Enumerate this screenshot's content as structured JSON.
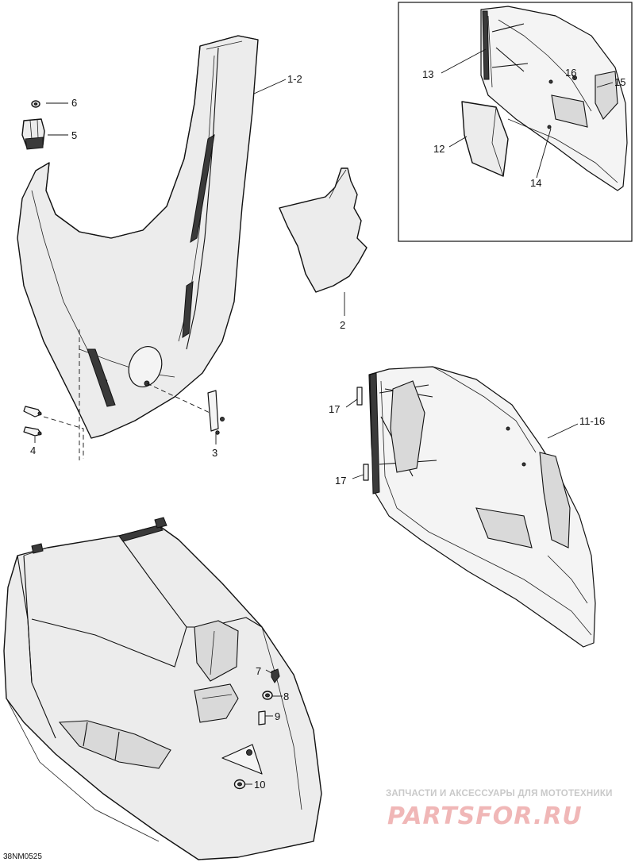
{
  "diagram_code": "38NM0525",
  "watermark": {
    "tagline": "ЗАПЧАСТИ И АКСЕССУАРЫ ДЛЯ МОТОТЕХНИКИ",
    "brand": "PARTSFOR.RU"
  },
  "callouts": {
    "c1": "1-2",
    "c2": "2",
    "c3": "3",
    "c4": "4",
    "c5": "5",
    "c6": "6",
    "c7": "7",
    "c8": "8",
    "c9": "9",
    "c10": "10",
    "c11": "11-16",
    "c12": "12",
    "c13": "13",
    "c14": "14",
    "c15": "15",
    "c16": "16",
    "c17a": "17",
    "c17b": "17"
  }
}
